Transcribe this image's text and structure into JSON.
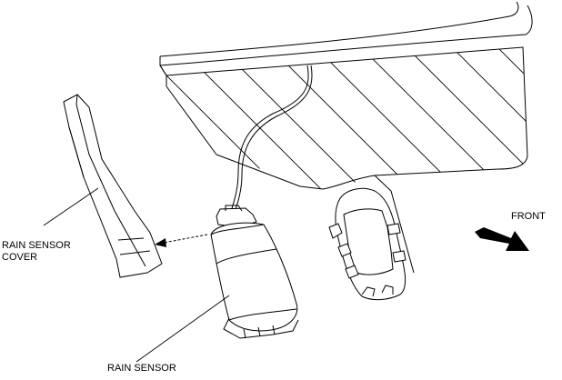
{
  "labels": {
    "rain_sensor_cover_line1": "RAIN SENSOR",
    "rain_sensor_cover_line2": "COVER",
    "rain_sensor": "RAIN SENSOR",
    "front": "FRONT"
  },
  "colors": {
    "line": "#000000",
    "background": "#ffffff"
  }
}
